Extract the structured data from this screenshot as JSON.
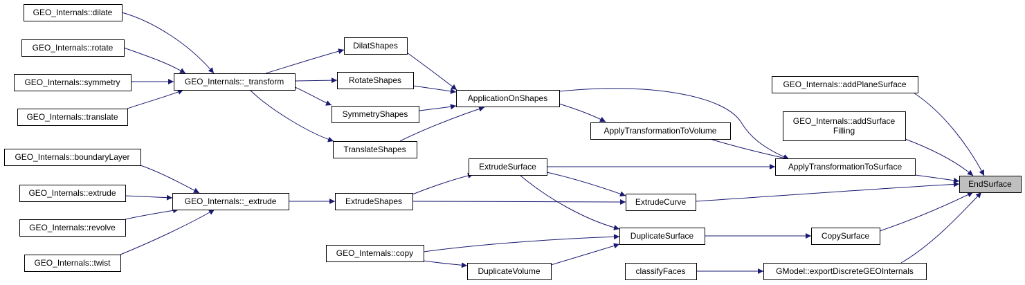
{
  "graph": {
    "edge_color": "#191970",
    "root_fill": "#bfbfbf",
    "nodes": [
      {
        "id": "dilate",
        "label": [
          "GEO_Internals::dilate"
        ]
      },
      {
        "id": "rotate",
        "label": [
          "GEO_Internals::rotate"
        ]
      },
      {
        "id": "symmetry",
        "label": [
          "GEO_Internals::symmetry"
        ]
      },
      {
        "id": "translate",
        "label": [
          "GEO_Internals::translate"
        ]
      },
      {
        "id": "boundaryLayer",
        "label": [
          "GEO_Internals::boundaryLayer"
        ]
      },
      {
        "id": "extrude",
        "label": [
          "GEO_Internals::extrude"
        ]
      },
      {
        "id": "revolve",
        "label": [
          "GEO_Internals::revolve"
        ]
      },
      {
        "id": "twist",
        "label": [
          "GEO_Internals::twist"
        ]
      },
      {
        "id": "transform",
        "label": [
          "GEO_Internals::_transform"
        ]
      },
      {
        "id": "_extrude",
        "label": [
          "GEO_Internals::_extrude"
        ]
      },
      {
        "id": "DilatShapes",
        "label": [
          "DilatShapes"
        ]
      },
      {
        "id": "RotateShapes",
        "label": [
          "RotateShapes"
        ]
      },
      {
        "id": "SymmetryShapes",
        "label": [
          "SymmetryShapes"
        ]
      },
      {
        "id": "TranslateShapes",
        "label": [
          "TranslateShapes"
        ]
      },
      {
        "id": "ExtrudeShapes",
        "label": [
          "ExtrudeShapes"
        ]
      },
      {
        "id": "copy",
        "label": [
          "GEO_Internals::copy"
        ]
      },
      {
        "id": "ApplicationOnShapes",
        "label": [
          "ApplicationOnShapes"
        ]
      },
      {
        "id": "ApplyTransformationToVolume",
        "label": [
          "ApplyTransformationToVolume"
        ]
      },
      {
        "id": "ExtrudeSurface",
        "label": [
          "ExtrudeSurface"
        ]
      },
      {
        "id": "ExtrudeCurve",
        "label": [
          "ExtrudeCurve"
        ]
      },
      {
        "id": "DuplicateSurface",
        "label": [
          "DuplicateSurface"
        ]
      },
      {
        "id": "DuplicateVolume",
        "label": [
          "DuplicateVolume"
        ]
      },
      {
        "id": "classifyFaces",
        "label": [
          "classifyFaces"
        ]
      },
      {
        "id": "addPlaneSurface",
        "label": [
          "GEO_Internals::addPlaneSurface"
        ]
      },
      {
        "id": "addSurfaceFilling",
        "label": [
          "GEO_Internals::addSurface",
          "Filling"
        ]
      },
      {
        "id": "ApplyTransformationToSurface",
        "label": [
          "ApplyTransformationToSurface"
        ]
      },
      {
        "id": "CopySurface",
        "label": [
          "CopySurface"
        ]
      },
      {
        "id": "exportDiscreteGEOInternals",
        "label": [
          "GModel::exportDiscreteGEOInternals"
        ]
      },
      {
        "id": "EndSurface",
        "label": [
          "EndSurface"
        ]
      }
    ],
    "edges": [
      {
        "from": "dilate",
        "to": "transform"
      },
      {
        "from": "rotate",
        "to": "transform"
      },
      {
        "from": "symmetry",
        "to": "transform"
      },
      {
        "from": "translate",
        "to": "transform"
      },
      {
        "from": "transform",
        "to": "DilatShapes"
      },
      {
        "from": "transform",
        "to": "RotateShapes"
      },
      {
        "from": "transform",
        "to": "SymmetryShapes"
      },
      {
        "from": "transform",
        "to": "TranslateShapes"
      },
      {
        "from": "DilatShapes",
        "to": "ApplicationOnShapes"
      },
      {
        "from": "RotateShapes",
        "to": "ApplicationOnShapes"
      },
      {
        "from": "SymmetryShapes",
        "to": "ApplicationOnShapes"
      },
      {
        "from": "TranslateShapes",
        "to": "ApplicationOnShapes"
      },
      {
        "from": "ApplicationOnShapes",
        "to": "ApplyTransformationToVolume"
      },
      {
        "from": "ApplicationOnShapes",
        "to": "ApplyTransformationToSurface"
      },
      {
        "from": "ApplyTransformationToVolume",
        "to": "ApplyTransformationToSurface"
      },
      {
        "from": "boundaryLayer",
        "to": "_extrude"
      },
      {
        "from": "extrude",
        "to": "_extrude"
      },
      {
        "from": "revolve",
        "to": "_extrude"
      },
      {
        "from": "twist",
        "to": "_extrude"
      },
      {
        "from": "_extrude",
        "to": "ExtrudeShapes"
      },
      {
        "from": "ExtrudeShapes",
        "to": "ExtrudeSurface"
      },
      {
        "from": "ExtrudeShapes",
        "to": "ExtrudeCurve"
      },
      {
        "from": "ExtrudeSurface",
        "to": "ApplyTransformationToSurface"
      },
      {
        "from": "ExtrudeSurface",
        "to": "ExtrudeCurve"
      },
      {
        "from": "ExtrudeSurface",
        "to": "DuplicateSurface"
      },
      {
        "from": "copy",
        "to": "DuplicateSurface"
      },
      {
        "from": "copy",
        "to": "DuplicateVolume"
      },
      {
        "from": "DuplicateVolume",
        "to": "DuplicateSurface"
      },
      {
        "from": "DuplicateSurface",
        "to": "CopySurface"
      },
      {
        "from": "classifyFaces",
        "to": "exportDiscreteGEOInternals"
      },
      {
        "from": "addPlaneSurface",
        "to": "EndSurface"
      },
      {
        "from": "addSurfaceFilling",
        "to": "EndSurface"
      },
      {
        "from": "ApplyTransformationToSurface",
        "to": "EndSurface"
      },
      {
        "from": "ExtrudeCurve",
        "to": "EndSurface"
      },
      {
        "from": "CopySurface",
        "to": "EndSurface"
      },
      {
        "from": "exportDiscreteGEOInternals",
        "to": "EndSurface"
      }
    ]
  }
}
